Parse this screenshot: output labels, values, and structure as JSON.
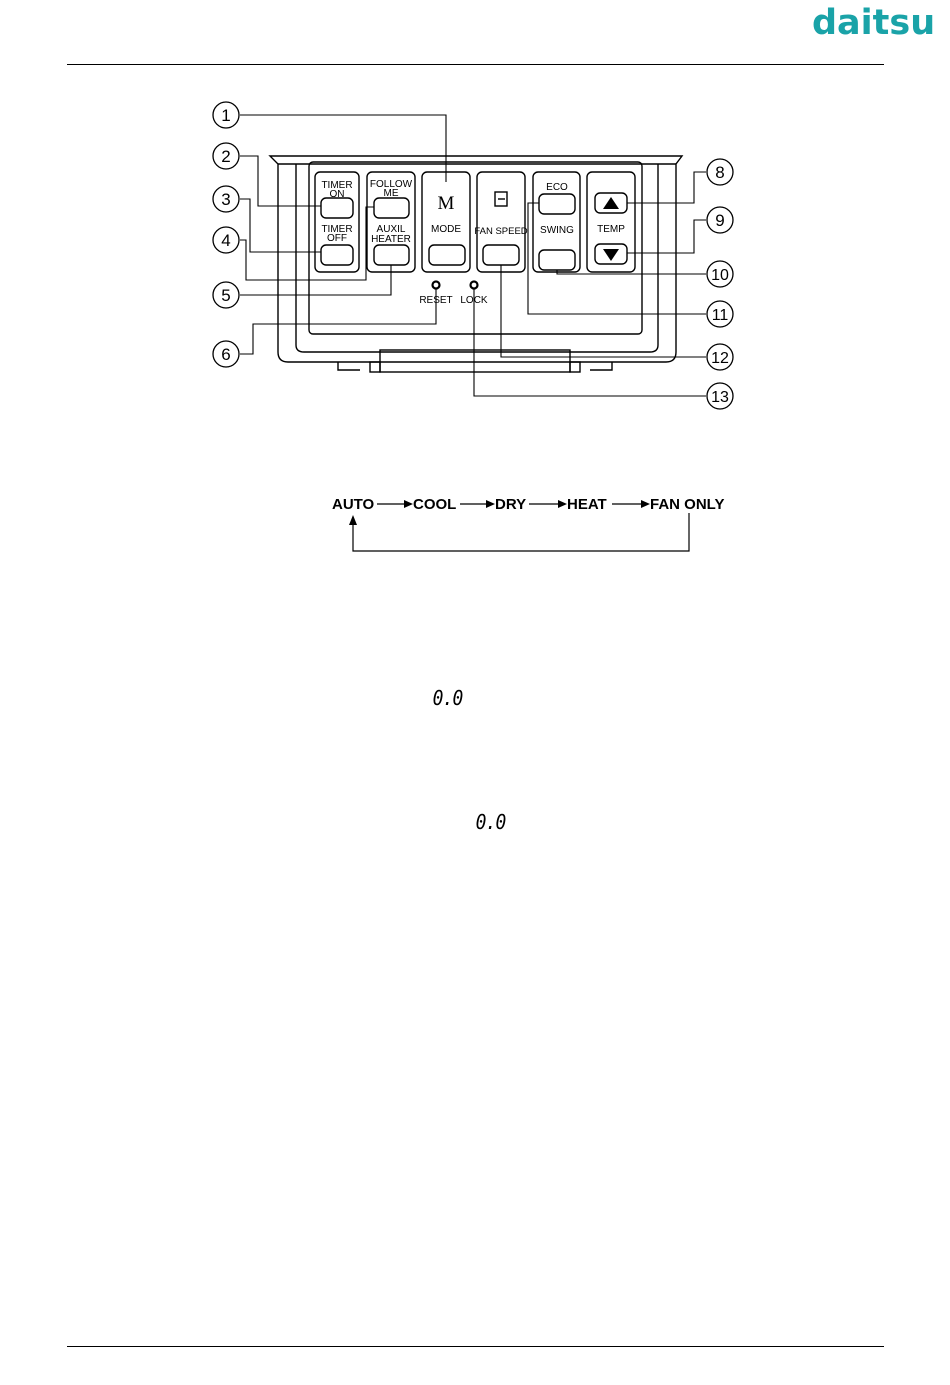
{
  "header": {
    "brand": "daitsu"
  },
  "panel": {
    "buttons": {
      "timer_on": [
        "TIMER",
        "ON"
      ],
      "timer_off": [
        "TIMER",
        "OFF"
      ],
      "follow_me": [
        "FOLLOW",
        "ME"
      ],
      "auxil_heater": [
        "AUXIL",
        "HEATER"
      ],
      "mode_symbol": "M",
      "mode": "MODE",
      "fan_speed": "FAN SPEED",
      "eco": "ECO",
      "swing": "SWING",
      "temp": "TEMP",
      "reset": "RESET",
      "lock": "LOCK"
    },
    "callouts": [
      "1",
      "2",
      "3",
      "4",
      "5",
      "6",
      "8",
      "9",
      "10",
      "11",
      "12",
      "13"
    ]
  },
  "mode_cycle": [
    "AUTO",
    "COOL",
    "DRY",
    "HEAT",
    "FAN ONLY"
  ],
  "segment_displays": [
    "0.0",
    "0.0"
  ]
}
